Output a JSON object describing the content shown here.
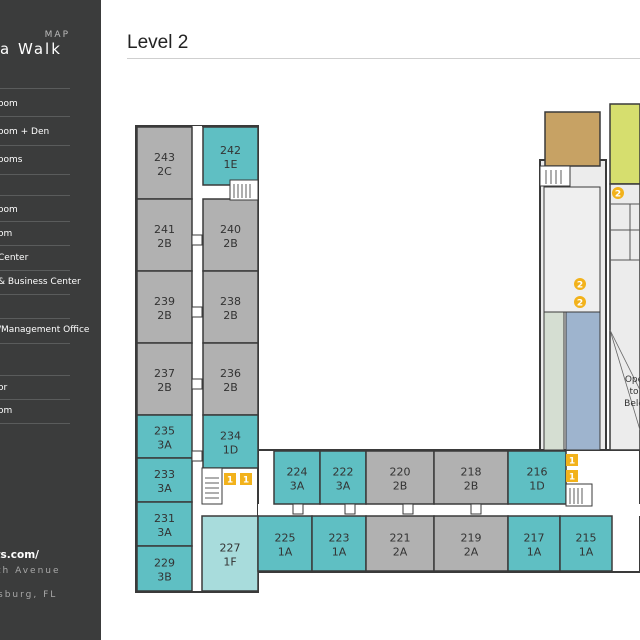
{
  "sidebar": {
    "title_top": "MAP",
    "title": "a Walk",
    "items": [
      "oom",
      "oom + Den",
      "ooms",
      "oom",
      "om",
      "Center",
      "& Business Center",
      "",
      "/Management Office",
      "or",
      "om"
    ],
    "link": "pts.com/",
    "address_line1": "th Avenue",
    "address_line2": "sburg, FL"
  },
  "header": {
    "title": "Level 2"
  },
  "colors": {
    "sidebar_bg": "#3b3c3c",
    "teal_unit": "#5fbfc3",
    "light_teal_unit": "#a8dcdc",
    "gray_unit": "#b1b1b1",
    "amenity_brown": "#c7a264",
    "amenity_lime": "#d6de6e",
    "stair_badge": "#f2b21b"
  },
  "map": {
    "legend_note": "Open to Below",
    "units": [
      {
        "id": "243",
        "num": "243",
        "type": "2C",
        "color": "gray"
      },
      {
        "id": "242",
        "num": "242",
        "type": "1E",
        "color": "teal"
      },
      {
        "id": "241",
        "num": "241",
        "type": "2B",
        "color": "gray"
      },
      {
        "id": "240",
        "num": "240",
        "type": "2B",
        "color": "gray"
      },
      {
        "id": "239",
        "num": "239",
        "type": "2B",
        "color": "gray"
      },
      {
        "id": "238",
        "num": "238",
        "type": "2B",
        "color": "gray"
      },
      {
        "id": "237",
        "num": "237",
        "type": "2B",
        "color": "gray"
      },
      {
        "id": "236",
        "num": "236",
        "type": "2B",
        "color": "gray"
      },
      {
        "id": "235",
        "num": "235",
        "type": "3A",
        "color": "teal"
      },
      {
        "id": "234",
        "num": "234",
        "type": "1D",
        "color": "teal"
      },
      {
        "id": "233",
        "num": "233",
        "type": "3A",
        "color": "teal"
      },
      {
        "id": "231",
        "num": "231",
        "type": "3A",
        "color": "teal"
      },
      {
        "id": "229",
        "num": "229",
        "type": "3B",
        "color": "teal"
      },
      {
        "id": "227",
        "num": "227",
        "type": "1F",
        "color": "light"
      },
      {
        "id": "224",
        "num": "224",
        "type": "3A",
        "color": "teal"
      },
      {
        "id": "222",
        "num": "222",
        "type": "3A",
        "color": "teal"
      },
      {
        "id": "220",
        "num": "220",
        "type": "2B",
        "color": "gray"
      },
      {
        "id": "218",
        "num": "218",
        "type": "2B",
        "color": "gray"
      },
      {
        "id": "216",
        "num": "216",
        "type": "1D",
        "color": "teal"
      },
      {
        "id": "225",
        "num": "225",
        "type": "1A",
        "color": "teal"
      },
      {
        "id": "223",
        "num": "223",
        "type": "1A",
        "color": "teal"
      },
      {
        "id": "221",
        "num": "221",
        "type": "2A",
        "color": "gray"
      },
      {
        "id": "219",
        "num": "219",
        "type": "2A",
        "color": "gray"
      },
      {
        "id": "217",
        "num": "217",
        "type": "1A",
        "color": "teal"
      },
      {
        "id": "215",
        "num": "215",
        "type": "1A",
        "color": "teal"
      }
    ],
    "badges": [
      "1",
      "1",
      "1",
      "1",
      "2",
      "2",
      "2"
    ]
  }
}
